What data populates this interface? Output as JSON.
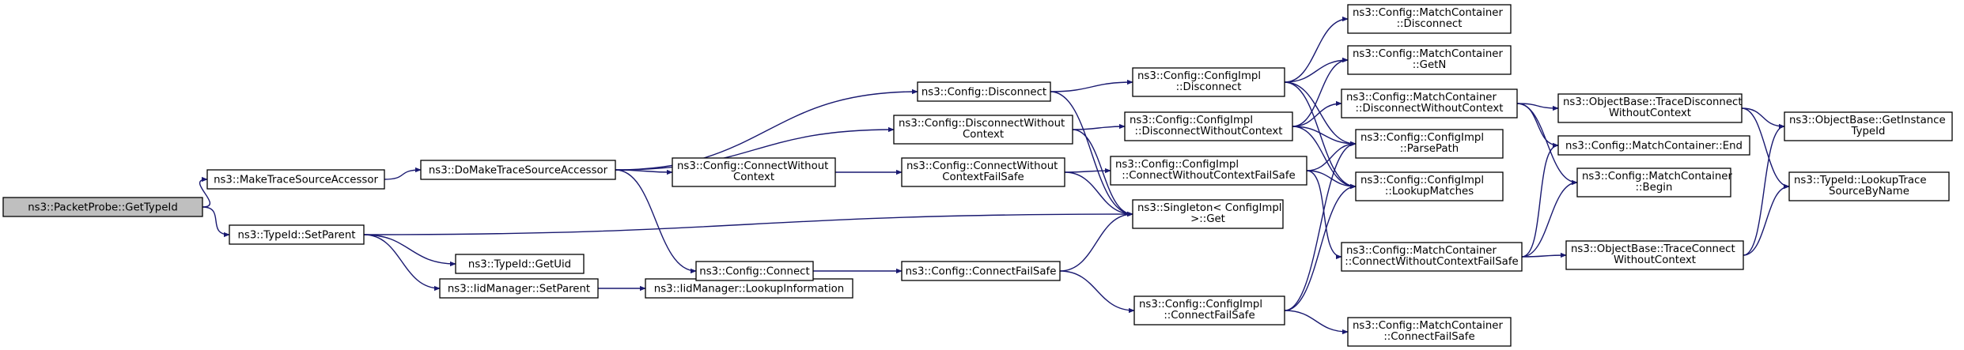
{
  "graph": {
    "title": "ns3::PacketProbe::GetTypeId call graph",
    "colors": {
      "edge": "#191970",
      "root_fill": "#bfbfbf",
      "node_fill": "#ffffff",
      "border": "#000000"
    },
    "nodes": {
      "root": [
        "ns3::PacketProbe::GetTypeId"
      ],
      "mtsa": [
        "ns3::MakeTraceSourceAccessor"
      ],
      "setparent": [
        "ns3::TypeId::SetParent"
      ],
      "domake": [
        "ns3::DoMakeTraceSourceAccessor"
      ],
      "getuid": [
        "ns3::TypeId::GetUid"
      ],
      "iidsetparent": [
        "ns3::IidManager::SetParent"
      ],
      "lookupinfo": [
        "ns3::IidManager::LookupInformation"
      ],
      "cfgdisconnect": [
        "ns3::Config::Disconnect"
      ],
      "cfgdiscwoctx": [
        "ns3::Config::DisconnectWithout",
        "Context"
      ],
      "cfgconnwoctx": [
        "ns3::Config::ConnectWithout",
        "Context"
      ],
      "cfgconnect": [
        "ns3::Config::Connect"
      ],
      "connwoctxfs": [
        "ns3::Config::ConnectWithout",
        "ContextFailSafe"
      ],
      "connfs": [
        "ns3::Config::ConnectFailSafe"
      ],
      "implDisc": [
        "ns3::Config::ConfigImpl",
        "::Disconnect"
      ],
      "implDiscWo": [
        "ns3::Config::ConfigImpl",
        "::DisconnectWithoutContext"
      ],
      "implConnWoFs": [
        "ns3::Config::ConfigImpl",
        "::ConnectWithoutContextFailSafe"
      ],
      "singleton": [
        "ns3::Singleton< ConfigImpl",
        " >::Get"
      ],
      "implConnFs": [
        "ns3::Config::ConfigImpl",
        "::ConnectFailSafe"
      ],
      "mcDisc": [
        "ns3::Config::MatchContainer",
        "::Disconnect"
      ],
      "mcGetN": [
        "ns3::Config::MatchContainer",
        "::GetN"
      ],
      "mcDiscWo": [
        "ns3::Config::MatchContainer",
        "::DisconnectWithoutContext"
      ],
      "parsepath": [
        "ns3::Config::ConfigImpl",
        "::ParsePath"
      ],
      "lookupmatches": [
        "ns3::Config::ConfigImpl",
        "::LookupMatches"
      ],
      "mcConnWoFs": [
        "ns3::Config::MatchContainer",
        "::ConnectWithoutContextFailSafe"
      ],
      "mcConnFs": [
        "ns3::Config::MatchContainer",
        "::ConnectFailSafe"
      ],
      "obTraceDisc": [
        "ns3::ObjectBase::TraceDisconnect",
        "WithoutContext"
      ],
      "mcEnd": [
        "ns3::Config::MatchContainer::End"
      ],
      "mcBegin": [
        "ns3::Config::MatchContainer",
        "::Begin"
      ],
      "obTraceConn": [
        "ns3::ObjectBase::TraceConnect",
        "WithoutContext"
      ],
      "obGetInst": [
        "ns3::ObjectBase::GetInstance",
        "TypeId"
      ],
      "lookupTrace": [
        "ns3::TypeId::LookupTrace",
        "SourceByName"
      ]
    },
    "edges": [
      [
        "root",
        "mtsa"
      ],
      [
        "root",
        "setparent"
      ],
      [
        "mtsa",
        "domake"
      ],
      [
        "setparent",
        "getuid"
      ],
      [
        "setparent",
        "iidsetparent"
      ],
      [
        "setparent",
        "singleton"
      ],
      [
        "iidsetparent",
        "lookupinfo"
      ],
      [
        "domake",
        "cfgdisconnect"
      ],
      [
        "domake",
        "cfgdiscwoctx"
      ],
      [
        "domake",
        "cfgconnwoctx"
      ],
      [
        "domake",
        "cfgconnect"
      ],
      [
        "cfgdisconnect",
        "implDisc"
      ],
      [
        "cfgdisconnect",
        "singleton"
      ],
      [
        "cfgdiscwoctx",
        "implDiscWo"
      ],
      [
        "cfgdiscwoctx",
        "singleton"
      ],
      [
        "cfgconnwoctx",
        "connwoctxfs"
      ],
      [
        "cfgconnect",
        "connfs"
      ],
      [
        "connwoctxfs",
        "implConnWoFs"
      ],
      [
        "connwoctxfs",
        "singleton"
      ],
      [
        "connfs",
        "implConnFs"
      ],
      [
        "connfs",
        "singleton"
      ],
      [
        "implDisc",
        "mcDisc"
      ],
      [
        "implDisc",
        "mcGetN"
      ],
      [
        "implDisc",
        "parsepath"
      ],
      [
        "implDisc",
        "lookupmatches"
      ],
      [
        "implDiscWo",
        "mcDiscWo"
      ],
      [
        "implDiscWo",
        "mcGetN"
      ],
      [
        "implDiscWo",
        "parsepath"
      ],
      [
        "implDiscWo",
        "lookupmatches"
      ],
      [
        "implConnWoFs",
        "parsepath"
      ],
      [
        "implConnWoFs",
        "lookupmatches"
      ],
      [
        "implConnWoFs",
        "mcConnWoFs"
      ],
      [
        "implConnFs",
        "parsepath"
      ],
      [
        "implConnFs",
        "lookupmatches"
      ],
      [
        "implConnFs",
        "mcConnFs"
      ],
      [
        "mcDiscWo",
        "obTraceDisc"
      ],
      [
        "mcDiscWo",
        "mcEnd"
      ],
      [
        "mcDiscWo",
        "mcBegin"
      ],
      [
        "mcConnWoFs",
        "mcEnd"
      ],
      [
        "mcConnWoFs",
        "mcBegin"
      ],
      [
        "mcConnWoFs",
        "obTraceConn"
      ],
      [
        "obTraceDisc",
        "obGetInst"
      ],
      [
        "obTraceDisc",
        "lookupTrace"
      ],
      [
        "obTraceConn",
        "obGetInst"
      ],
      [
        "obTraceConn",
        "lookupTrace"
      ]
    ]
  }
}
